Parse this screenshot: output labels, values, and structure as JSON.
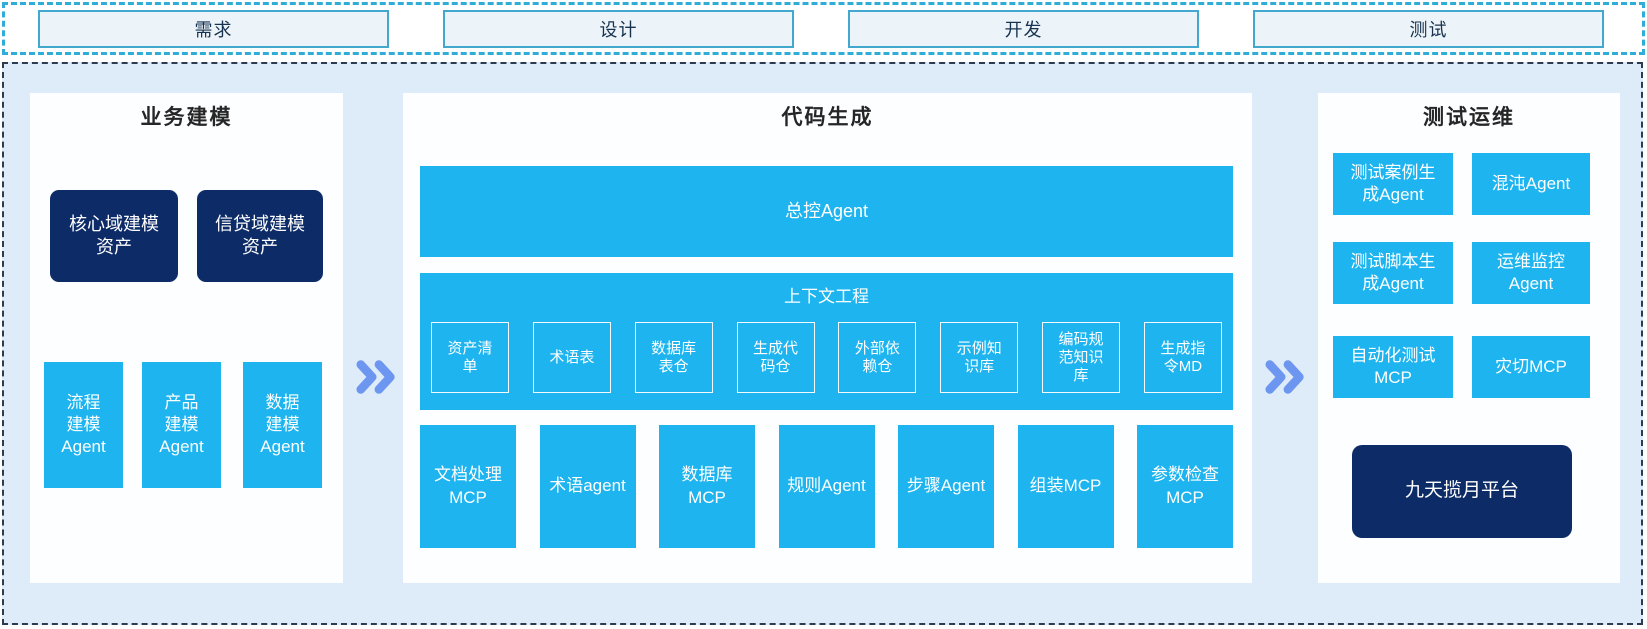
{
  "stages": [
    {
      "label": "需求"
    },
    {
      "label": "设计"
    },
    {
      "label": "开发"
    },
    {
      "label": "测试"
    }
  ],
  "business": {
    "title": "业务建模",
    "assets": [
      {
        "label": "核心域建模\n资产"
      },
      {
        "label": "信贷域建模\n资产"
      }
    ],
    "agents": [
      {
        "label": "流程\n建模\nAgent"
      },
      {
        "label": "产品\n建模\nAgent"
      },
      {
        "label": "数据\n建模\nAgent"
      }
    ]
  },
  "codegen": {
    "title": "代码生成",
    "master_agent": "总控Agent",
    "context": {
      "title": "上下文工程",
      "items": [
        {
          "label": "资产清\n单"
        },
        {
          "label": "术语表"
        },
        {
          "label": "数据库\n表仓"
        },
        {
          "label": "生成代\n码仓"
        },
        {
          "label": "外部依\n赖仓"
        },
        {
          "label": "示例知\n识库"
        },
        {
          "label": "编码规\n范知识\n库"
        },
        {
          "label": "生成指\n令MD"
        }
      ]
    },
    "mcp": [
      {
        "label": "文档处理\nMCP"
      },
      {
        "label": "术语agent"
      },
      {
        "label": "数据库\nMCP"
      },
      {
        "label": "规则Agent"
      },
      {
        "label": "步骤Agent"
      },
      {
        "label": "组装MCP"
      },
      {
        "label": "参数检查\nMCP"
      }
    ]
  },
  "testops": {
    "title": "测试运维",
    "boxes": [
      {
        "label": "测试案例生\n成Agent"
      },
      {
        "label": "混沌Agent"
      },
      {
        "label": "测试脚本生\n成Agent"
      },
      {
        "label": "运维监控\nAgent"
      },
      {
        "label": "自动化测试\nMCP"
      },
      {
        "label": "灾切MCP"
      }
    ],
    "platform": {
      "label": "九天揽月平台"
    }
  },
  "colors": {
    "cyan": "#1db4ef",
    "navy": "#0d2c67",
    "chevron": "#6d96f1",
    "stage_bg": "#edf4f9",
    "stage_border": "#43a8cd",
    "stage_text": "#16324f",
    "outer_border": "#2fadd6",
    "inner_border": "#2c3b50",
    "panel_bg": "#ddecf8",
    "column_bg": "#fdfeff",
    "title_text": "#262626"
  }
}
